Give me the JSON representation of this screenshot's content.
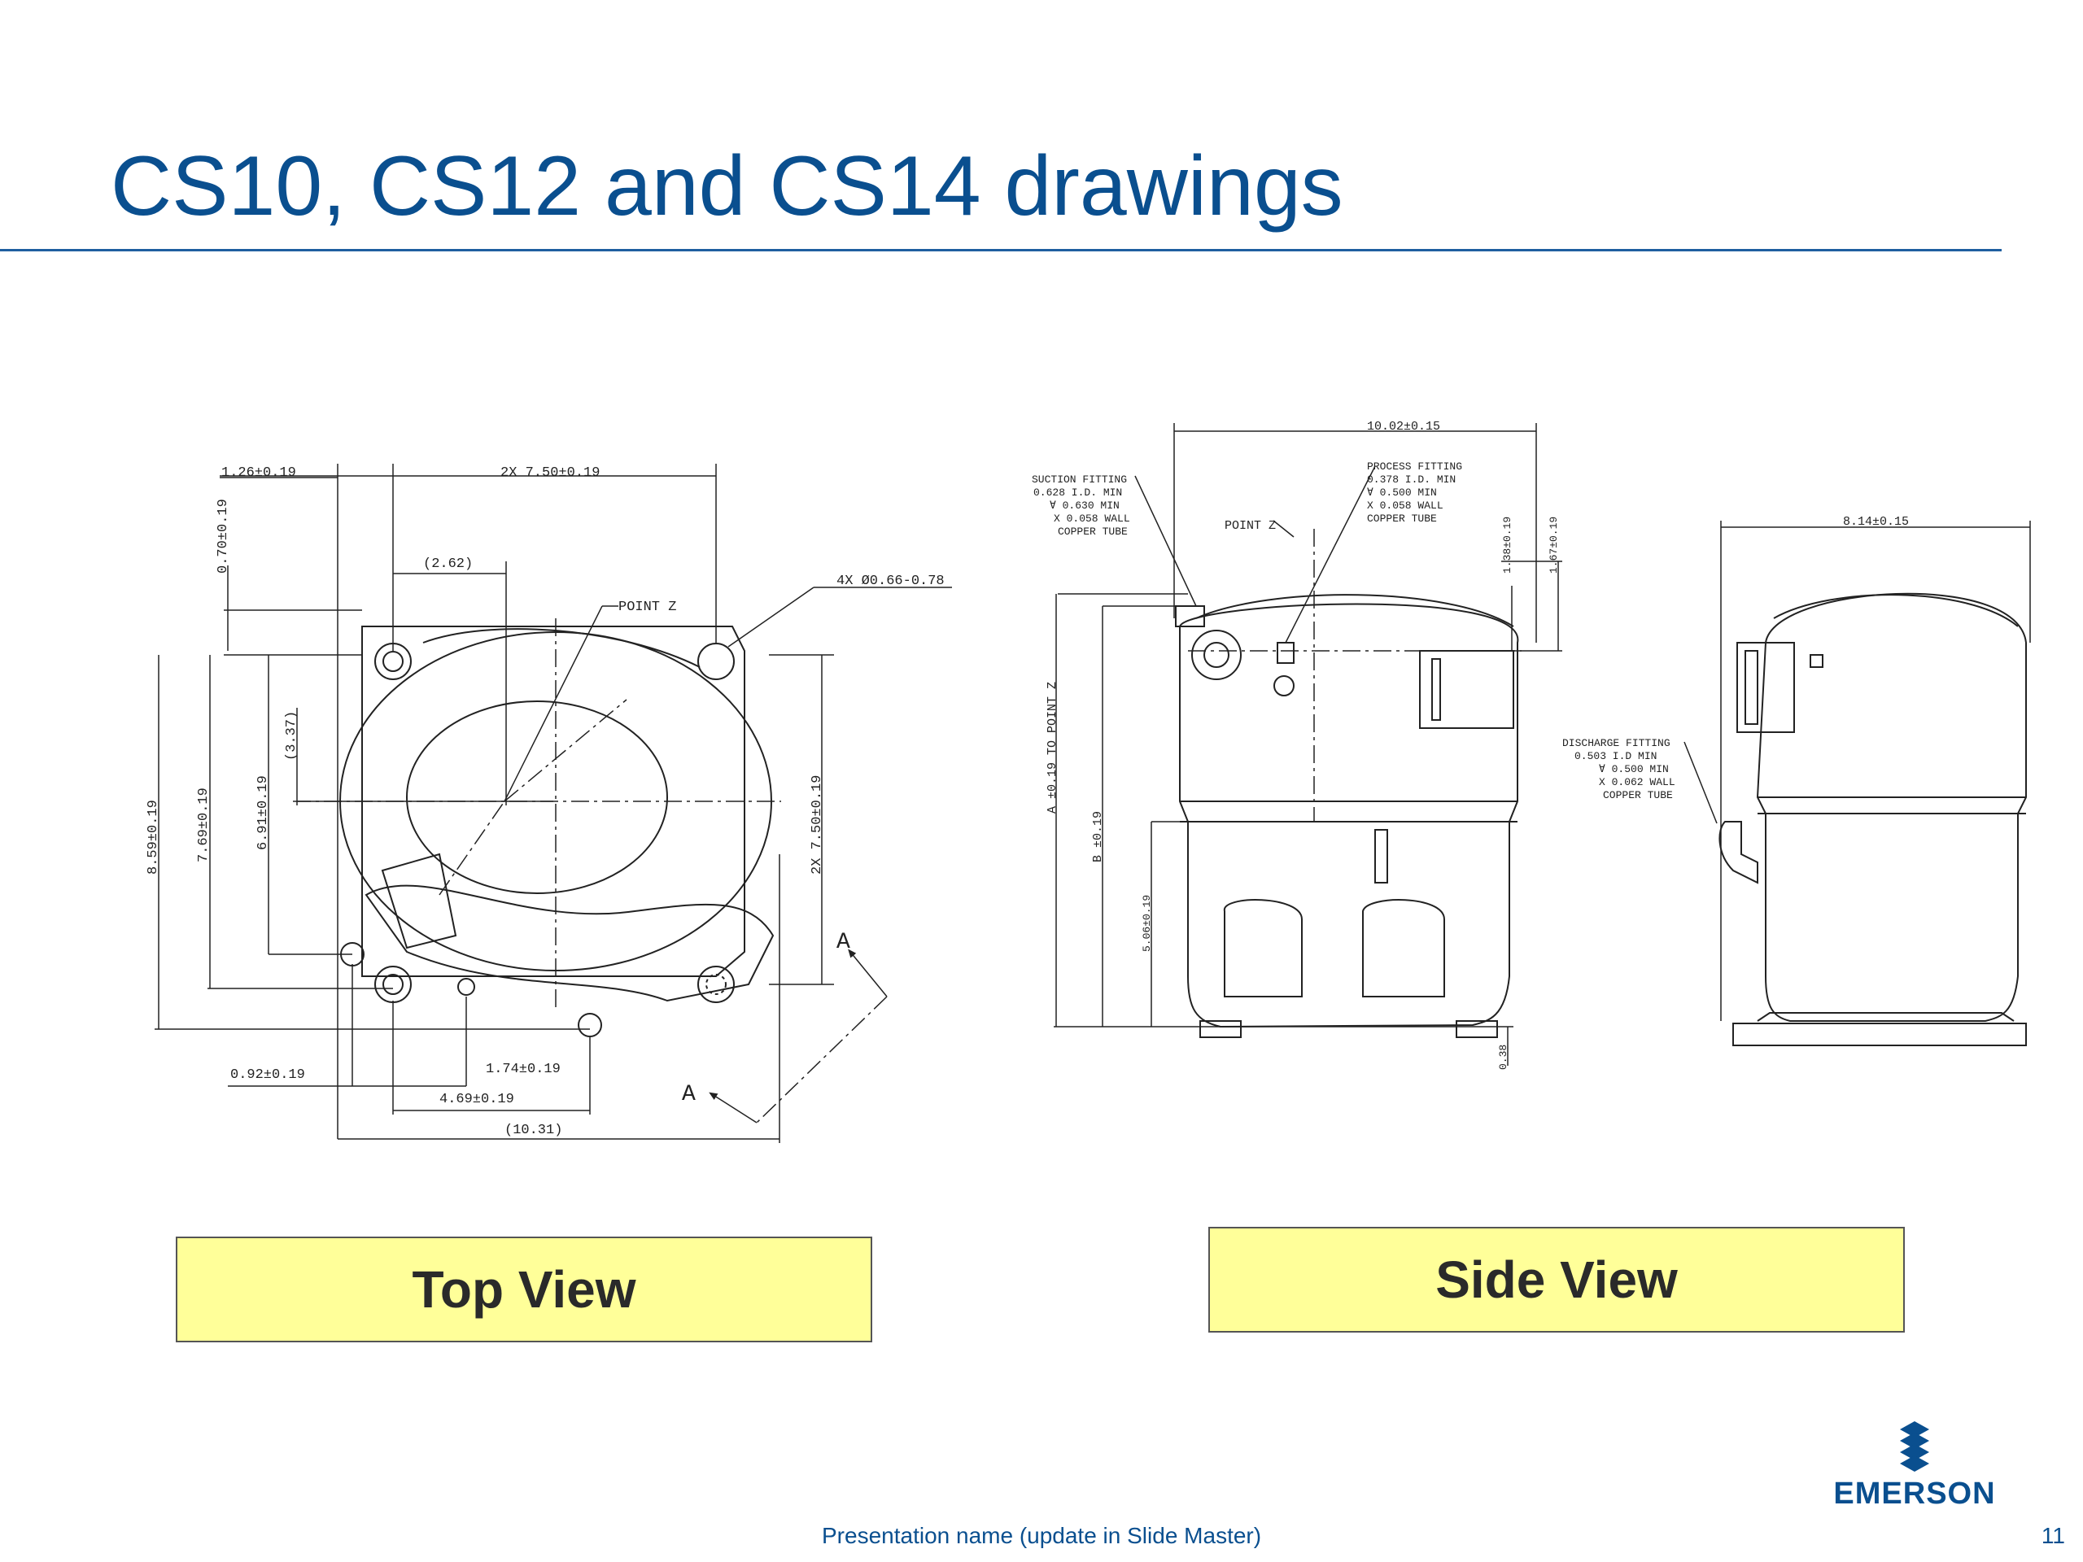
{
  "slide": {
    "title": "CS10, CS12 and CS14 drawings",
    "footer": "Presentation name (update in Slide Master)",
    "page_number": "11",
    "brand": "EMERSON",
    "colors": {
      "title": "#0a4f8f",
      "label_bg": "#ffff99",
      "rule": "#1f5fa0"
    }
  },
  "labels": {
    "top_view": "Top View",
    "side_view": "Side View"
  },
  "top_drawing": {
    "dim_1": "1.26±0.19",
    "dim_2": "2X 7.50±0.19",
    "dim_3": "0.70±0.19",
    "dim_4": "(2.62)",
    "point": "POINT Z",
    "holes": "4X Ø0.66-0.78",
    "dim_5": "(3.37)",
    "dim_6": "8.59±0.19",
    "dim_7": "7.69±0.19",
    "dim_8": "6.91±0.19",
    "dim_9": "2X 7.50±0.19",
    "section_a": "A",
    "dim_10": "0.92±0.19",
    "dim_11": "1.74±0.19",
    "dim_12": "4.69±0.19",
    "dim_13": "(10.31)"
  },
  "side_drawing": {
    "dim_width": "10.02±0.15",
    "suction": [
      "SUCTION FITTING",
      "0.628 I.D. MIN",
      "∀ 0.630 MIN",
      "X 0.058 WALL",
      "COPPER TUBE"
    ],
    "process": [
      "PROCESS FITTING",
      "0.378 I.D. MIN",
      "∀ 0.500 MIN",
      "X 0.058 WALL",
      "COPPER TUBE"
    ],
    "point": "POINT Z",
    "dim_a": "A ±0.19 TO POINT Z",
    "dim_b": "B ±0.19",
    "dim_c": "5.06±0.19",
    "dim_d": "1.38±0.19",
    "dim_e": "1.67±0.19",
    "dim_f": "0.38",
    "dim_depth": "8.14±0.15",
    "discharge": [
      "DISCHARGE FITTING",
      "0.503 I.D MIN",
      "∀ 0.500 MIN",
      "X 0.062 WALL",
      "COPPER TUBE"
    ]
  }
}
